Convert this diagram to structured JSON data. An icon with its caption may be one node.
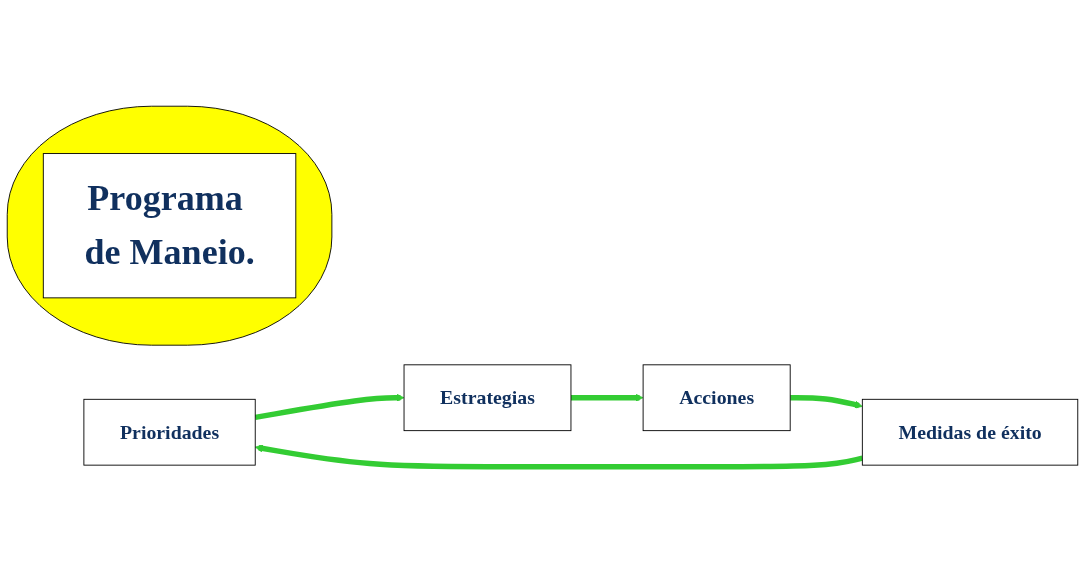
{
  "diagram": {
    "nodes": [
      {
        "text": [
          "Prioridades"
        ]
      },
      {
        "text": [
          "Estrategias"
        ]
      },
      {
        "text": [
          "Acciones"
        ]
      },
      {
        "text": [
          "Medidas de éxito"
        ]
      },
      {
        "text": [],
        "shape": "ellipse"
      },
      {
        "text": [
          "Programa de Maneio."
        ],
        "in": 4
      }
    ],
    "edges": [
      {
        "from": 0,
        "to": 1,
        "arrow": "to"
      },
      {
        "from": 1,
        "to": 2,
        "arrow": "to"
      },
      {
        "from": 2,
        "to": 3,
        "arrow": "to"
      },
      {
        "from": 3,
        "to": 0,
        "arrow": "to"
      }
    ]
  }
}
